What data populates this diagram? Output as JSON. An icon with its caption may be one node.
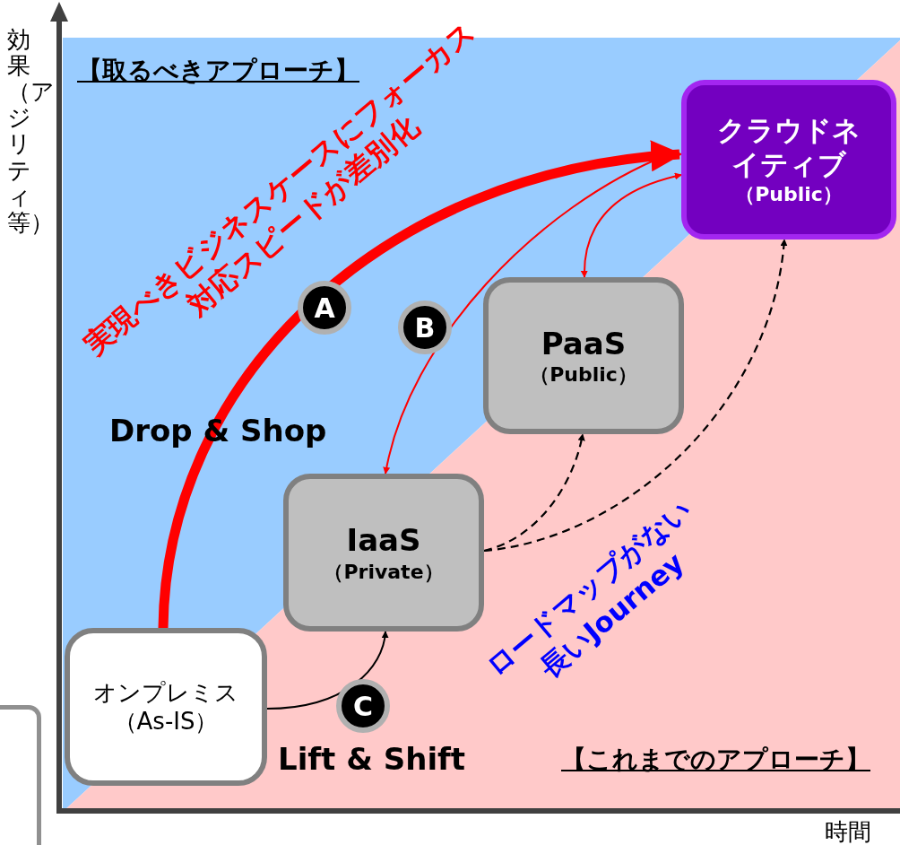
{
  "diagram": {
    "nodes": [
      {
        "text": [
          "オンプレミス（As-IS）"
        ]
      },
      {
        "text": [
          "IaaS",
          "（Private）"
        ]
      },
      {
        "text": [
          "PaaS",
          "（Public）"
        ]
      },
      {
        "text": [
          "クラウドネイティブ",
          "（Public）"
        ]
      },
      {
        "text": [],
        "shape": "box"
      }
    ],
    "edges": [
      {
        "from": 0,
        "to": 3,
        "arrow": "to",
        "label": "A",
        "style": "thick",
        "color": "#ff0000"
      },
      {
        "from": 3,
        "to": 1,
        "arrow": "to",
        "label": "B",
        "color": "#ff0000"
      },
      {
        "from": 3,
        "to": 2,
        "arrow": "both",
        "color": "#ff0000"
      },
      {
        "from": 0,
        "to": 1,
        "arrow": "to",
        "label": "C",
        "color": "#000000"
      },
      {
        "from": 1,
        "to": 2,
        "arrow": "to",
        "style": "dashed",
        "color": "#000000"
      },
      {
        "from": 1,
        "to": 3,
        "arrow": "to",
        "style": "dashed",
        "color": "#000000"
      }
    ],
    "labels": [
      "効果（アジリティ等）",
      "【取るべきアプローチ】",
      "実現べきビジネスケースにフォーカス対応スピードが差別化",
      "Drop & Shop",
      "ロードマップがない長いJourney",
      "Lift & Shift",
      "【これまでのアプローチ】",
      "時間"
    ]
  }
}
